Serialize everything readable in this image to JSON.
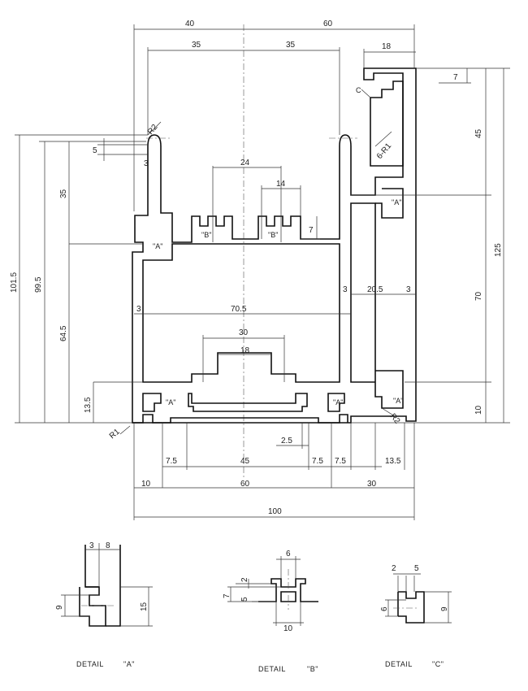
{
  "dimensions": {
    "top_40": "40",
    "top_60": "60",
    "top_35_left": "35",
    "top_35_right": "35",
    "top_18": "18",
    "right_7": "7",
    "right_45": "45",
    "right_125": "125",
    "right_70": "70",
    "right_10": "10",
    "left_101_5": "101.5",
    "left_99_5": "99.5",
    "left_35": "35",
    "left_64_5": "64.5",
    "left_13_5": "13.5",
    "left_5": "5",
    "left_3": "3",
    "radius_r2_top": "R2",
    "radius_r1_bottom": "R1",
    "radius_r2_bottom": "R2",
    "radius_6_r1": "6-R1",
    "dim_24": "24",
    "dim_14": "14",
    "dim_7_inner": "7",
    "dim_3_left_wall": "3",
    "dim_70_5": "70.5",
    "dim_3_right_a": "3",
    "dim_20_5": "20.5",
    "dim_3_right_b": "3",
    "dim_30": "30",
    "dim_18": "18",
    "dim_2_5": "2.5",
    "bottom_7_5_a": "7.5",
    "bottom_45": "45",
    "bottom_7_5_b": "7.5",
    "bottom_7_5_c": "7.5",
    "bottom_13_5": "13.5",
    "bottom_10": "10",
    "bottom_60": "60",
    "bottom_30": "30",
    "bottom_100": "100"
  },
  "callouts": {
    "a1": "\"A\"",
    "a2": "\"A\"",
    "a3": "\"A\"",
    "a4": "\"A\"",
    "a5": "\"A\"",
    "b1": "\"B\"",
    "b2": "\"B\"",
    "c1": "C"
  },
  "details": {
    "a": {
      "caption_word": "DETAIL",
      "caption_letter": "\"A\"",
      "dim_3": "3",
      "dim_8": "8",
      "dim_9": "9",
      "dim_15": "15"
    },
    "b": {
      "caption_word": "DETAIL",
      "caption_letter": "\"B\"",
      "dim_6": "6",
      "dim_2": "2",
      "dim_7": "7",
      "dim_5": "5",
      "dim_10": "10"
    },
    "c": {
      "caption_word": "DETAIL",
      "caption_letter": "\"C\"",
      "dim_2": "2",
      "dim_5": "5",
      "dim_6": "6",
      "dim_9": "9"
    }
  }
}
